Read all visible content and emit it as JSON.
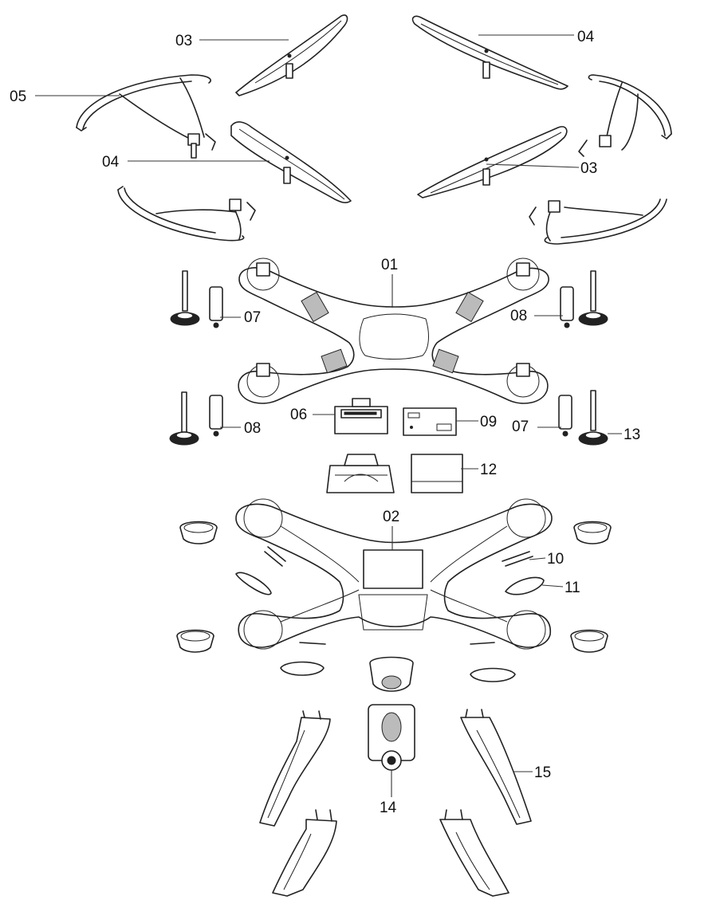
{
  "parts": {
    "p01": "01",
    "p02": "02",
    "p03a": "03",
    "p03b": "03",
    "p04a": "04",
    "p04b": "04",
    "p05": "05",
    "p06": "06",
    "p07a": "07",
    "p07b": "07",
    "p08a": "08",
    "p08b": "08",
    "p09": "09",
    "p10": "10",
    "p11": "11",
    "p12": "12",
    "p13": "13",
    "p14": "14",
    "p15": "15"
  }
}
